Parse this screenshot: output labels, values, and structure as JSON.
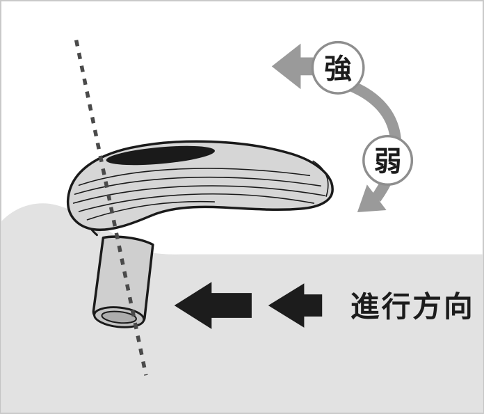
{
  "diagram": {
    "title": "device-tilt-strength-diagram",
    "labels": {
      "strong": "強",
      "weak": "弱",
      "direction": "進行方向"
    },
    "colors": {
      "ground_gray": "#e2e2e2",
      "device_fill": "#d6d6d6",
      "shaft_fill": "#cfcfcf",
      "outline_black": "#1a1a1a",
      "gray_arrow": "#9a9a9a",
      "solid_black": "#1c1c1c",
      "circle_stroke": "#8e8e8e",
      "dashed_axis": "#4a4a4a"
    }
  }
}
